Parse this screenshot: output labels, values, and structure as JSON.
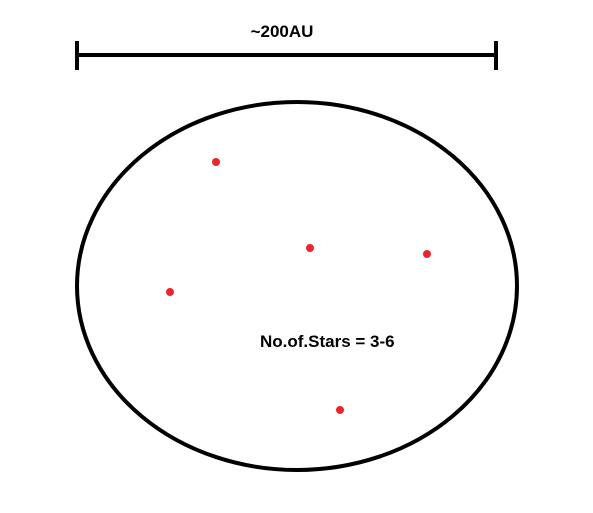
{
  "scale_bar": {
    "label": "~200AU"
  },
  "cluster": {
    "label": "No.of.Stars = 3-6",
    "star_count_shown": 5
  },
  "colors": {
    "outline": "#000000",
    "star": "#e8262c",
    "background": "#ffffff"
  }
}
